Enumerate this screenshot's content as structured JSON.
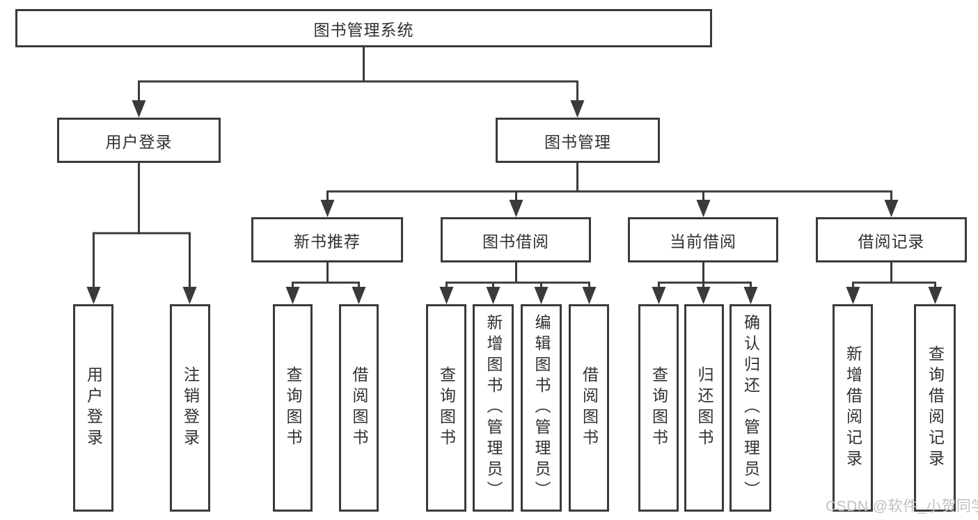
{
  "palette": {
    "line": "#3a3a3a",
    "text": "#303030",
    "box_background": "#ffffff",
    "watermark_color": "#c0c0c0"
  },
  "tree": {
    "root": {
      "label": "图书管理系统",
      "children": [
        {
          "label": "用户登录",
          "children": [
            {
              "label": "用户登录"
            },
            {
              "label": "注销登录"
            }
          ]
        },
        {
          "label": "图书管理",
          "children": [
            {
              "label": "新书推荐",
              "children": [
                {
                  "label": "查询图书"
                },
                {
                  "label": "借阅图书"
                }
              ]
            },
            {
              "label": "图书借阅",
              "children": [
                {
                  "label": "查询图书"
                },
                {
                  "label": "新增图书（管理员）"
                },
                {
                  "label": "编辑图书（管理员）"
                },
                {
                  "label": "借阅图书"
                }
              ]
            },
            {
              "label": "当前借阅",
              "children": [
                {
                  "label": "查询图书"
                },
                {
                  "label": "归还图书"
                },
                {
                  "label": "确认归还（管理员）"
                }
              ]
            },
            {
              "label": "借阅记录",
              "children": [
                {
                  "label": "新增借阅记录"
                },
                {
                  "label": "查询借阅记录"
                }
              ]
            }
          ]
        }
      ]
    }
  },
  "watermark": "CSDN @软件_小贺同学"
}
